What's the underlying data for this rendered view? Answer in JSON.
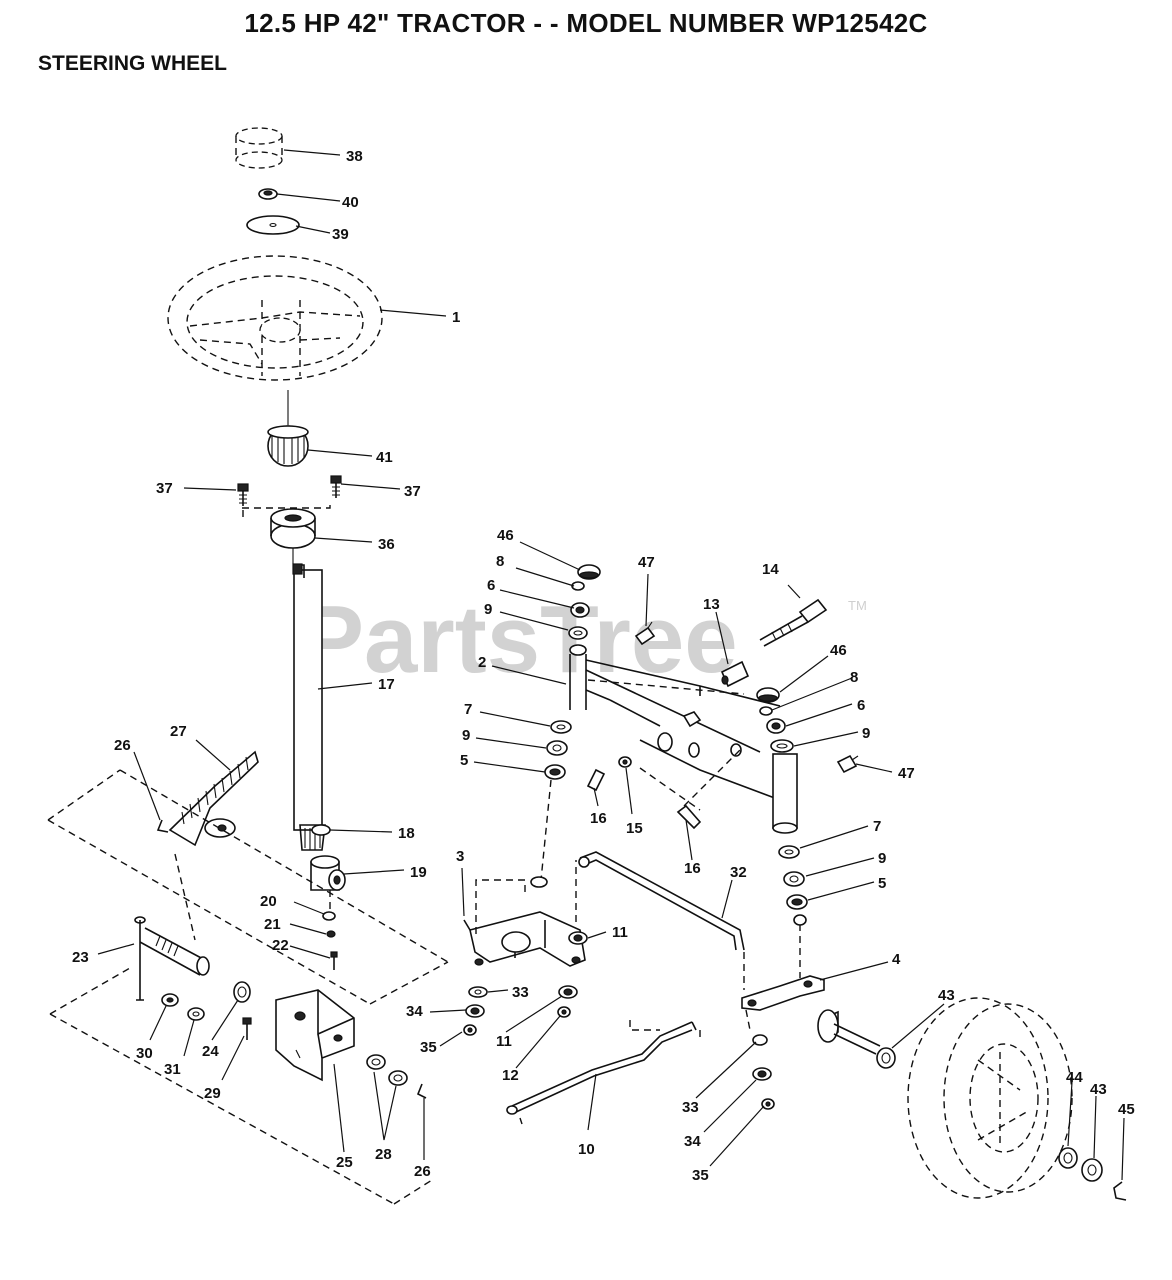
{
  "title": "12.5 HP 42\" TRACTOR - - MODEL NUMBER WP12542C",
  "subtitle": "STEERING WHEEL",
  "watermark": {
    "text": "PartsTree",
    "tm": "TM"
  },
  "callouts": {
    "c38": "38",
    "c40": "40",
    "c39": "39",
    "c1": "1",
    "c41": "41",
    "c37a": "37",
    "c37b": "37",
    "c36": "36",
    "c17": "17",
    "c27": "27",
    "c26a": "26",
    "c18": "18",
    "c19": "19",
    "c20": "20",
    "c21": "21",
    "c22": "22",
    "c23": "23",
    "c30": "30",
    "c31": "31",
    "c24": "24",
    "c29": "29",
    "c25": "25",
    "c28": "28",
    "c26b": "26",
    "c46a": "46",
    "c8a": "8",
    "c6a": "6",
    "c9a": "9",
    "c2": "2",
    "c7a": "7",
    "c9b": "9",
    "c5a": "5",
    "c47a": "47",
    "c13": "13",
    "c14": "14",
    "c46b": "46",
    "c8b": "8",
    "c6b": "6",
    "c9c": "9",
    "c47b": "47",
    "c16a": "16",
    "c15": "15",
    "c16b": "16",
    "c7b": "7",
    "c9d": "9",
    "c5b": "5",
    "c3": "3",
    "c32": "32",
    "c11a": "11",
    "c4": "4",
    "c33a": "33",
    "c34a": "34",
    "c35a": "35",
    "c11b": "11",
    "c12": "12",
    "c10": "10",
    "c33b": "33",
    "c34b": "34",
    "c35b": "35",
    "c43a": "43",
    "c44": "44",
    "c43b": "43",
    "c45": "45"
  },
  "colors": {
    "ink": "#111111",
    "paper": "#ffffff",
    "watermark": "#d2d2d2"
  }
}
